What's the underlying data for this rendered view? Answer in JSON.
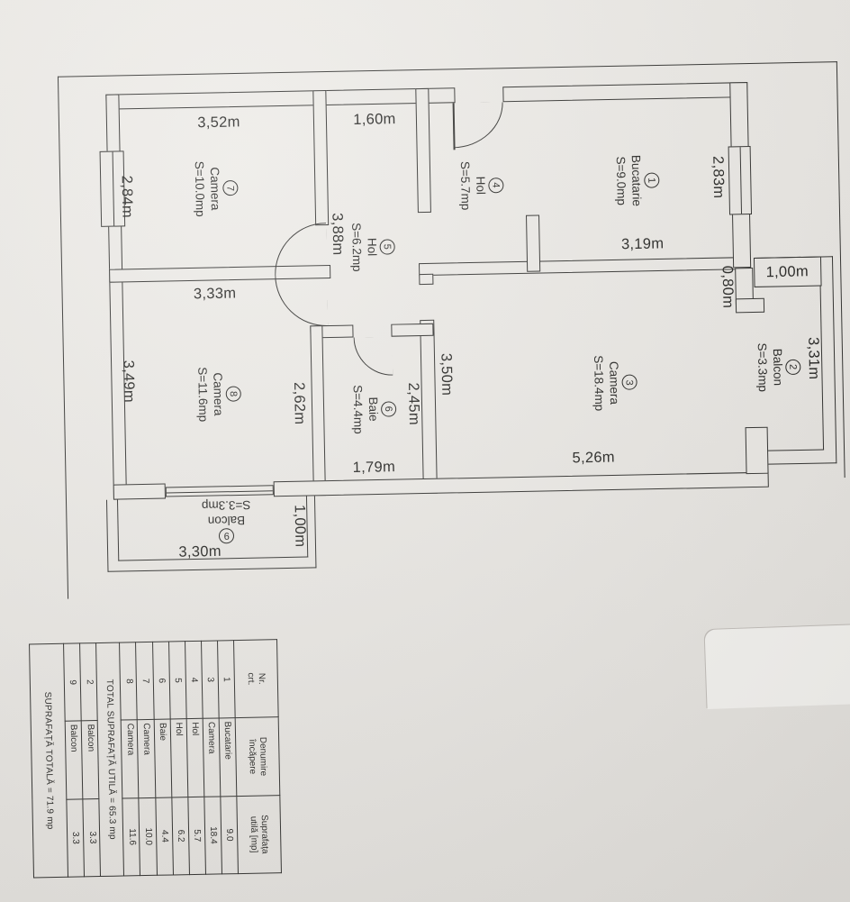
{
  "rooms": [
    {
      "num": "1",
      "name": "Bucatarie",
      "area": "S=9.0mp"
    },
    {
      "num": "2",
      "name": "Balcon",
      "area": "S=3.3mp"
    },
    {
      "num": "3",
      "name": "Camera",
      "area": "S=18.4mp"
    },
    {
      "num": "4",
      "name": "Hol",
      "area": "S=5.7mp"
    },
    {
      "num": "5",
      "name": "Hol",
      "area": "S=6.2mp"
    },
    {
      "num": "6",
      "name": "Baie",
      "area": "S=4.4mp"
    },
    {
      "num": "7",
      "name": "Camera",
      "area": "S=10.0mp"
    },
    {
      "num": "8",
      "name": "Camera",
      "area": "S=11.6mp"
    },
    {
      "num": "9",
      "name": "Balcon",
      "area": "S=3.3mp"
    }
  ],
  "dims": {
    "cam7_w": "3,52m",
    "cam7_h": "2,84m",
    "cam7_bottom": "3,33m",
    "hol_top": "1,60m",
    "buc_h": "2,83m",
    "buc_w": "3,19m",
    "balc2_door": "0,80m",
    "balc2_w": "1,00m",
    "balc2_h": "3,31m",
    "hol5_h": "3,88m",
    "cam3_h": "3,50m",
    "cam3_w": "5,26m",
    "cam8_h": "3,49m",
    "cam8_right": "2,62m",
    "baie_h": "2,45m",
    "baie_w": "1,79m",
    "balc9_w": "3,30m",
    "balc9_h": "1,00m"
  },
  "table": {
    "headers": [
      "Nr.\ncrt.",
      "Denumire\nîncăpere",
      "Suprafața\nutilă [mp]"
    ],
    "rows": [
      [
        "1",
        "Bucatarie",
        "9.0"
      ],
      [
        "3",
        "Camera",
        "18.4"
      ],
      [
        "4",
        "Hol",
        "5.7"
      ],
      [
        "5",
        "Hol",
        "6.2"
      ],
      [
        "6",
        "Baie",
        "4.4"
      ],
      [
        "7",
        "Camera",
        "10.0"
      ],
      [
        "8",
        "Camera",
        "11.6"
      ]
    ],
    "total_util": "TOTAL SUPRAFAȚĂ UTILĂ = 65.3 mp",
    "rows2": [
      [
        "2",
        "Balcon",
        "3.3"
      ],
      [
        "9",
        "Balcon",
        "3.3"
      ]
    ],
    "total_all": "SUPRAFAȚĂ TOTALĂ = 71.9 mp"
  }
}
